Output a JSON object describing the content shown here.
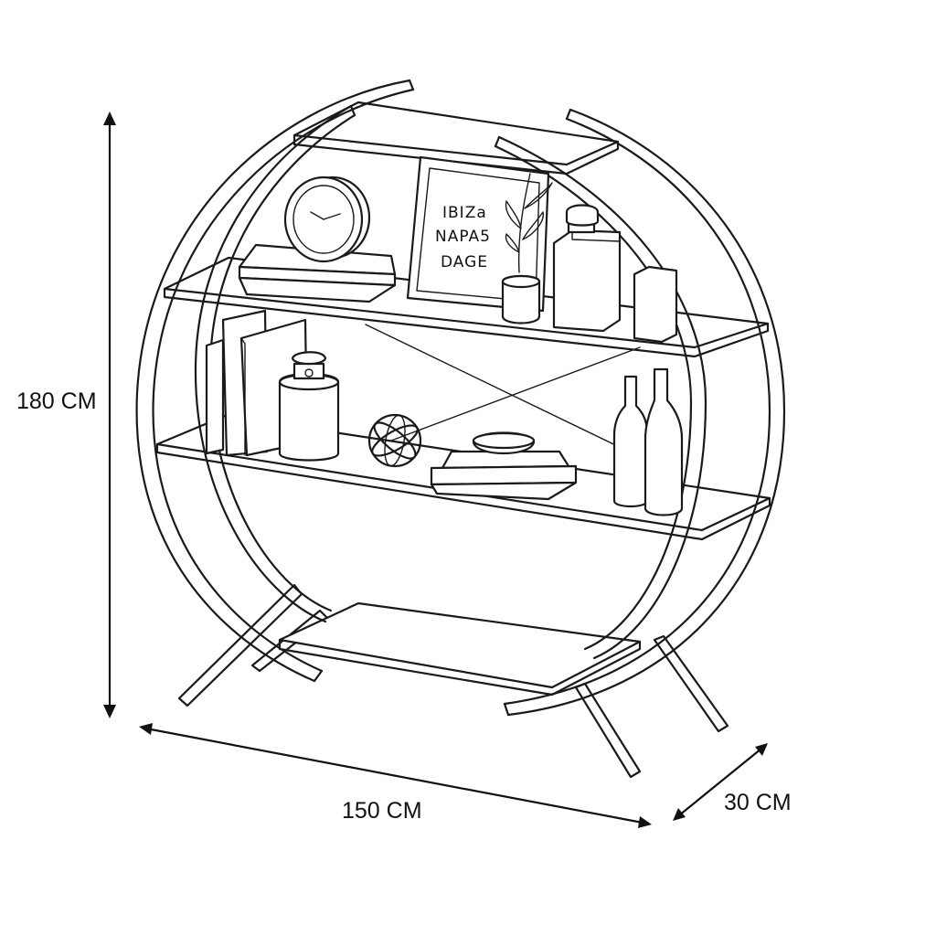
{
  "dimensions": {
    "height": "180 CM",
    "width": "150 CM",
    "depth": "30 CM"
  },
  "poster": {
    "lines": [
      "IBIZa",
      "NAPA5",
      "DAGE"
    ]
  },
  "colors": {
    "line": "#1a1a1a",
    "background": "#ffffff"
  }
}
